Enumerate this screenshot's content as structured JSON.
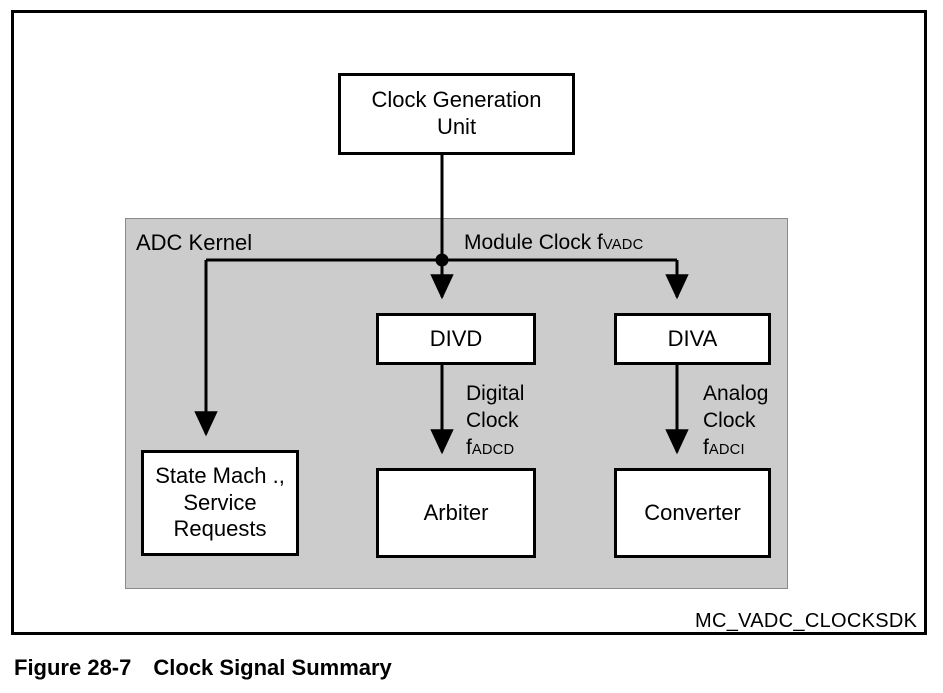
{
  "figure": {
    "caption_number": "Figure 28-7",
    "caption_title": "Clock Signal Summary",
    "diagram_id": "MC_VADC_CLOCKSDK"
  },
  "diagram": {
    "kernel_panel_label": "ADC Kernel",
    "nodes": {
      "clock_generation_unit": "Clock Generation\nUnit",
      "divd": "DIVD",
      "diva": "DIVA",
      "state_machine": "State Mach .,\nService\nRequests",
      "arbiter": "Arbiter",
      "converter": "Converter"
    },
    "signals": {
      "module_clock": {
        "text": "Module Clock f",
        "subscript": "VADC"
      },
      "digital_clock": {
        "text": "Digital\nClock\nf",
        "subscript": "ADCD"
      },
      "analog_clock": {
        "text": "Analog\nClock\nf",
        "subscript": "ADCI"
      }
    }
  },
  "colors": {
    "kernel_panel_fill": "#cccccc",
    "node_fill": "#ffffff",
    "stroke": "#000000",
    "page_background": "#ffffff"
  }
}
